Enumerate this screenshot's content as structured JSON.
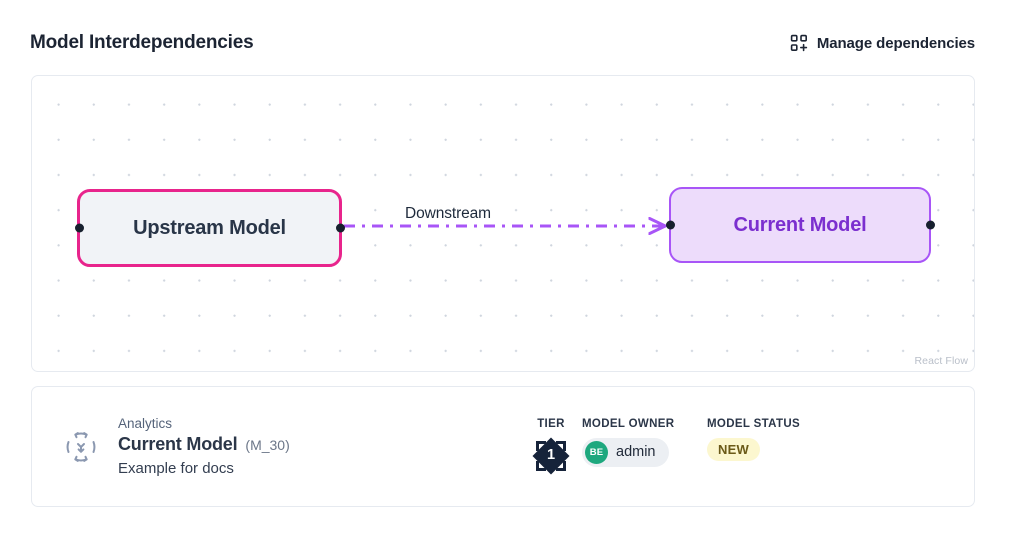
{
  "header": {
    "title": "Model Interdependencies",
    "action_label": "Manage dependencies",
    "action_icon": "nodes-plus-icon"
  },
  "flow": {
    "attribution": "React Flow",
    "nodes": [
      {
        "id": "upstream",
        "label": "Upstream Model",
        "border_color": "#e8248c",
        "fill_color": "#f1f3f7",
        "text_color": "#293548"
      },
      {
        "id": "current",
        "label": "Current Model",
        "border_color": "#a855f7",
        "fill_color": "#eddcfb",
        "text_color": "#7b2fcf"
      }
    ],
    "edges": [
      {
        "id": "upstream-to-current",
        "label": "Downstream",
        "color": "#a855f7",
        "style": "dashed",
        "arrow": "right"
      }
    ]
  },
  "detail": {
    "icon": "model-network-icon",
    "kicker": "Analytics",
    "name": "Current Model",
    "code": "(M_30)",
    "description": "Example for docs",
    "tier": {
      "label": "TIER",
      "value": "1",
      "badge_color": "#16233a"
    },
    "owner": {
      "label": "MODEL OWNER",
      "initials": "BE",
      "name": "admin",
      "avatar_color": "#1ea87e"
    },
    "status": {
      "label": "MODEL STATUS",
      "value": "NEW",
      "bg_color": "#fcf7cf",
      "text_color": "#6b5a18"
    }
  }
}
